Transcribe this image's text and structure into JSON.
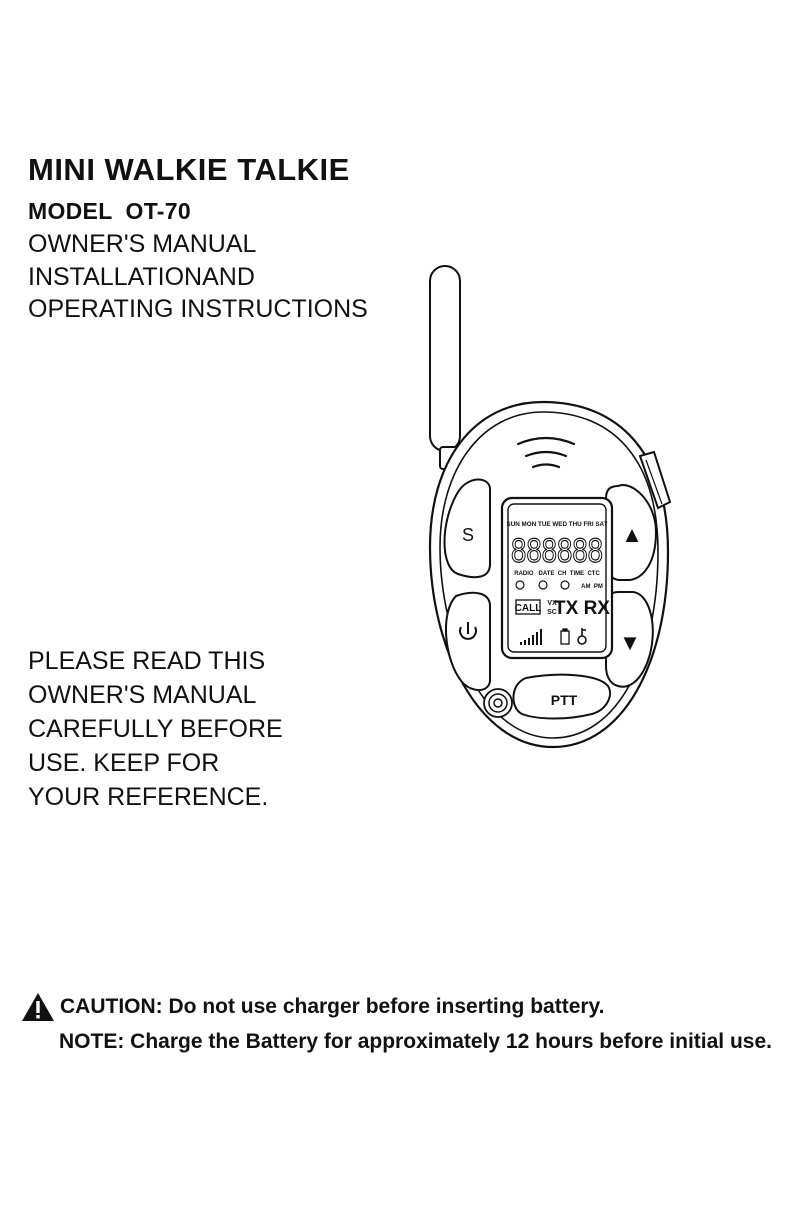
{
  "document": {
    "title": "MINI WALKIE TALKIE",
    "model": "MODEL  OT-70",
    "subtitle_lines": [
      "OWNER'S MANUAL",
      "INSTALLATIONAND",
      "OPERATING INSTRUCTIONS"
    ],
    "read_notice_lines": [
      "PLEASE READ THIS",
      "OWNER'S MANUAL",
      "CAREFULLY BEFORE",
      "USE. KEEP FOR",
      "YOUR REFERENCE."
    ],
    "caution": "CAUTION: Do not use charger before inserting battery.",
    "note": "NOTE: Charge the Battery for approximately 12 hours before initial use."
  },
  "device": {
    "button_s": "S",
    "button_ptt": "PTT",
    "button_up": "▲",
    "button_down": "▼",
    "lcd": {
      "days": "SUN MON TUE WED THU FRI SAT",
      "digits": "888888",
      "labels": "RADIO   DATE  CH  TIME  CTC",
      "ampm": "AM  PM",
      "call": "CALL",
      "vx": "VX",
      "sc": "SC",
      "txrx": "TX RX"
    }
  }
}
